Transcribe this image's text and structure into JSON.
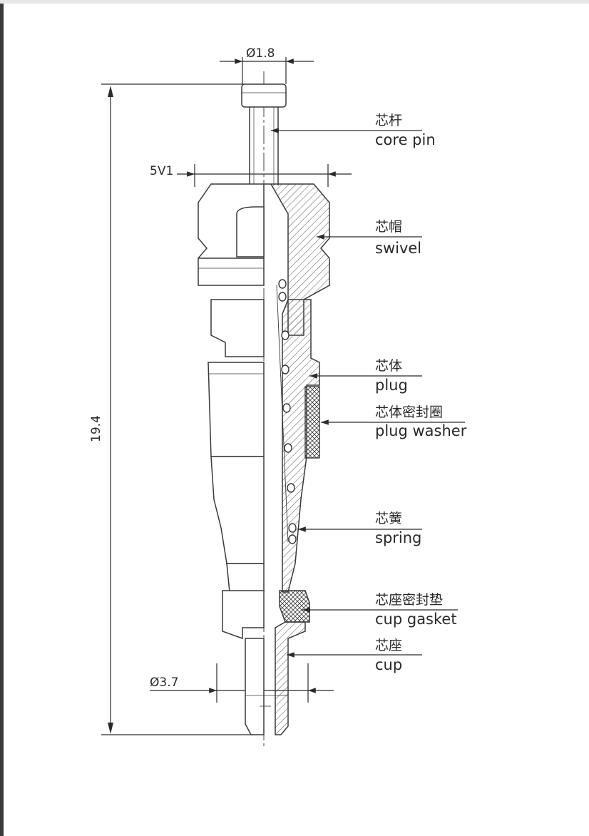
{
  "dimensions": {
    "top_diameter": "Ø1.8",
    "thread": "5V1",
    "total_length": "19.4",
    "bottom_diameter": "Ø3.7"
  },
  "parts": [
    {
      "cn": "芯杆",
      "en": "core pin"
    },
    {
      "cn": "芯帽",
      "en": "swivel"
    },
    {
      "cn": "芯体",
      "en": "plug"
    },
    {
      "cn": "芯体密封圈",
      "en": "plug washer"
    },
    {
      "cn": "芯簧",
      "en": "spring"
    },
    {
      "cn": "芯座密封垫",
      "en": "cup gasket"
    },
    {
      "cn": "芯座",
      "en": "cup"
    }
  ],
  "colors": {
    "line": "#3a3a3a",
    "frame": "#3a3a3a"
  }
}
